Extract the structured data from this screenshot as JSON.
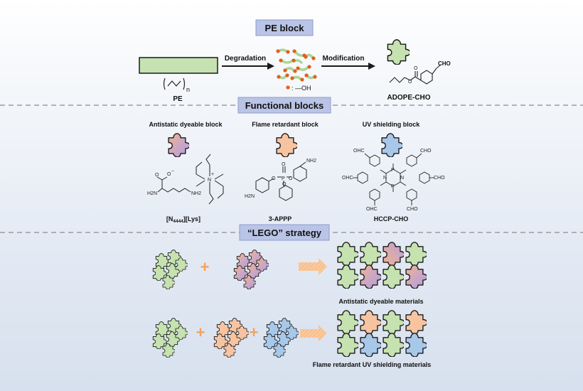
{
  "sections": {
    "pe_block": "PE block",
    "functional_blocks": "Functional blocks",
    "lego": "“LEGO” strategy"
  },
  "pe": {
    "label": "PE",
    "subscript": "n",
    "step1": "Degradation",
    "step2": "Modification",
    "oh_legend": ": —OH",
    "product": "ADOPE-CHO",
    "cho": "CHO"
  },
  "functional": {
    "antistatic_title": "Antistatic dyeable block",
    "flame_title": "Flame retardant block",
    "uv_title": "UV shielding block",
    "lys_name": "[N4444][Lys]",
    "lys_name_parts": {
      "open": "[N",
      "sub": "4444",
      "close": "][Lys]"
    },
    "appp_name": "3-APPP",
    "hccp_name": "HCCP-CHO",
    "lys_atoms": {
      "o": "O",
      "o_minus": "−",
      "h2n": "H2N",
      "nh2": "NH2",
      "plus": "+",
      "n": "N"
    },
    "appp_atoms": {
      "nh2": "NH2",
      "h2n": "H2N",
      "o": "O",
      "p": "P"
    },
    "hccp_atoms": {
      "cho": "OHC",
      "cho_r": "CHO",
      "p": "P",
      "n": "N",
      "o": "O"
    }
  },
  "lego": {
    "plus": "+",
    "result1": "Antistatic dyeable materials",
    "result2": "Flame retardant UV shielding materials"
  },
  "colors": {
    "green": "#c6e2b0",
    "orange_piece": "#f7c4a2",
    "blue_piece": "#a8c8ea",
    "gradient_a": "#f0b48c",
    "gradient_b": "#b79bd3",
    "plus": "#f5a25d",
    "arrow": "#f6b27a",
    "title_box": "#b9c4e6"
  },
  "icons": [
    "puzzle-piece-icon",
    "plus-icon",
    "arrow-icon"
  ]
}
